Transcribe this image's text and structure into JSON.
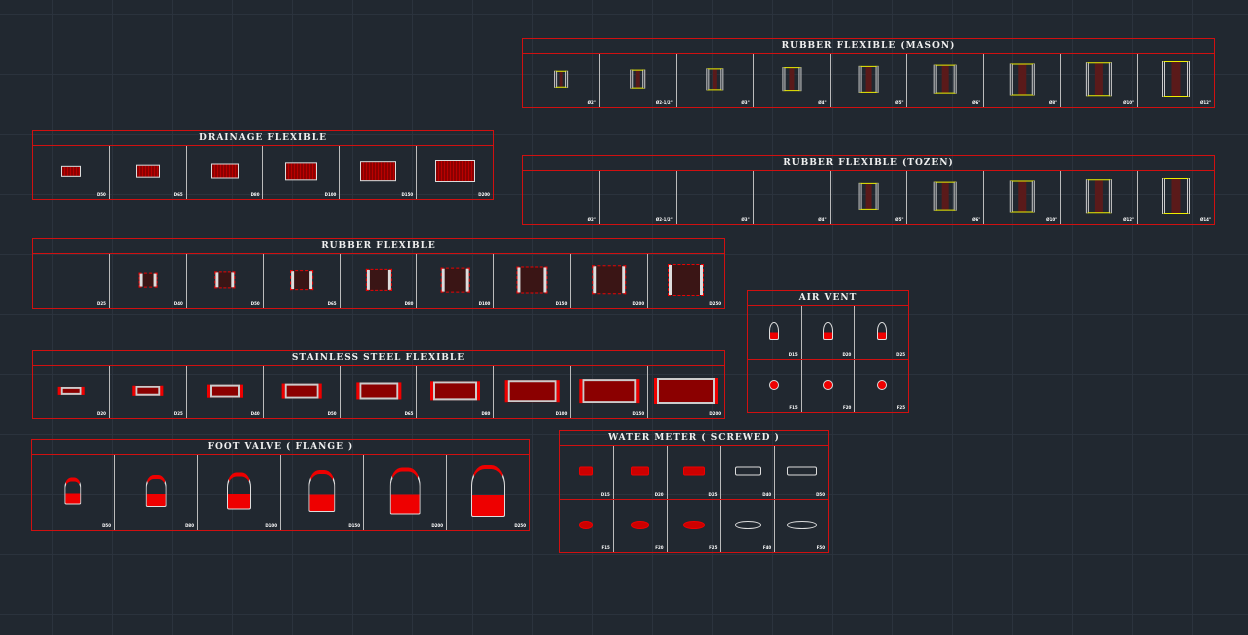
{
  "colors": {
    "background": "#212830",
    "frame": "#d01010",
    "line": "#e0e0e0",
    "fill": "#8b0000",
    "accent": "#ffff00"
  },
  "panels": [
    {
      "id": "mason",
      "title": "RUBBER FLEXIBLE (MASON)",
      "type": "rubber-mason",
      "rows": [
        [
          "Ø2\"",
          "Ø2-1/2\"",
          "Ø3\"",
          "Ø4\"",
          "Ø5\"",
          "Ø6\"",
          "Ø8\"",
          "Ø10\"",
          "Ø12\""
        ]
      ],
      "empty": 0
    },
    {
      "id": "tozen",
      "title": "RUBBER FLEXIBLE (TOZEN)",
      "type": "rubber-mason",
      "rows": [
        [
          "Ø2\"",
          "Ø2-1/2\"",
          "Ø3\"",
          "Ø4\"",
          "Ø5\"",
          "Ø6\"",
          "Ø10\"",
          "Ø12\"",
          "Ø14\""
        ]
      ],
      "empty": 4
    },
    {
      "id": "drainage",
      "title": "DRAINAGE FLEXIBLE",
      "type": "drainage",
      "rows": [
        [
          "D50",
          "D65",
          "D80",
          "D100",
          "D150",
          "D200"
        ]
      ],
      "empty": 0
    },
    {
      "id": "rubber",
      "title": "RUBBER FLEXIBLE",
      "type": "rubber",
      "rows": [
        [
          "D25",
          "D40",
          "D50",
          "D65",
          "D80",
          "D100",
          "D150",
          "D200",
          "D250"
        ]
      ],
      "empty": 1
    },
    {
      "id": "stainless",
      "title": "STAINLESS STEEL FLEXIBLE",
      "type": "stainless",
      "rows": [
        [
          "D20",
          "D25",
          "D40",
          "D50",
          "D65",
          "D80",
          "D100",
          "D150",
          "D200"
        ]
      ],
      "empty": 0
    },
    {
      "id": "foot",
      "title": "FOOT VALVE ( FLANGE )",
      "type": "foot",
      "rows": [
        [
          "D50",
          "D80",
          "D100",
          "D150",
          "D200",
          "D250"
        ]
      ],
      "empty": 0
    },
    {
      "id": "airvent",
      "title": "AIR VENT",
      "type": "airvent",
      "rows": [
        [
          "D15",
          "D20",
          "D25"
        ],
        [
          "F15",
          "F20",
          "F25"
        ]
      ],
      "empty": 0
    },
    {
      "id": "water",
      "title": "WATER METER ( SCREWED )",
      "type": "water",
      "rows": [
        [
          "D15",
          "D20",
          "D25",
          "D40",
          "D50"
        ],
        [
          "F15",
          "F20",
          "F25",
          "F40",
          "F50"
        ]
      ],
      "empty": 0
    }
  ]
}
